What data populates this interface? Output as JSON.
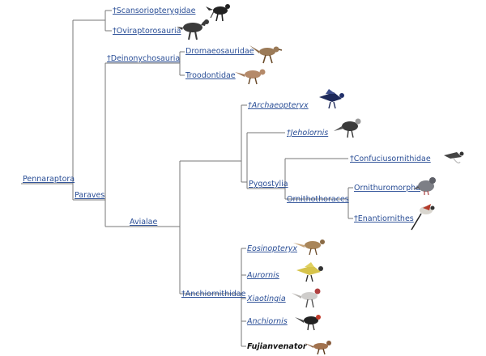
{
  "tree": {
    "root": "Pennaraptora",
    "clades": {
      "scansoriopterygidae": "†Scansoriopterygidae",
      "oviraptorosauria": "†Oviraptorosauria",
      "paraves": "Paraves",
      "deinonychosauria": "†Deinonychosauria",
      "dromaeosauridae": "Dromaeosauridae",
      "troodontidae": "Troodontidae",
      "avialae": "Avialae",
      "archaeopteryx": "†Archaeopteryx",
      "jeholornis": "†Jeholornis",
      "pygostylia": "Pygostylia",
      "confuciusornithidae": "†Confuciusornithidae",
      "ornithothoraces": "Ornithothoraces",
      "ornithuromorpha": "Ornithuromorpha",
      "enantiornithes": "†Enantiornithes",
      "anchiornithidae": "†Anchiornithidae",
      "eosinopteryx": "Eosinopteryx",
      "aurornis": "Aurornis",
      "xiaotingia": "Xiaotingia",
      "anchiornis": "Anchiornis",
      "fujianvenator": "Fujianvenator"
    }
  },
  "colors": {
    "link": "#2a4e96",
    "line": "#777777",
    "highlight": "#111111"
  },
  "icons": [
    "scansoriopterygid-silhouette-icon",
    "oviraptorosaur-silhouette-icon",
    "dromaeosaurid-silhouette-icon",
    "troodontid-silhouette-icon",
    "archaeopteryx-silhouette-icon",
    "jeholornis-silhouette-icon",
    "confuciusornithid-silhouette-icon",
    "pigeon-silhouette-icon",
    "enantiornithine-silhouette-icon",
    "eosinopteryx-silhouette-icon",
    "aurornis-silhouette-icon",
    "xiaotingia-silhouette-icon",
    "anchiornis-silhouette-icon",
    "fujianvenator-silhouette-icon"
  ]
}
